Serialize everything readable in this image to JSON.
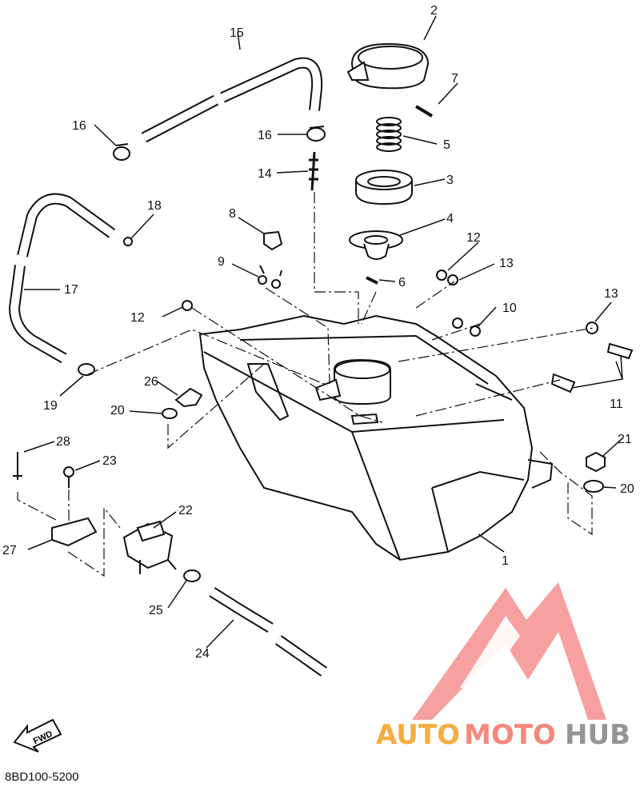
{
  "diagram": {
    "callouts": {
      "c1": "1",
      "c2": "2",
      "c3": "3",
      "c4": "4",
      "c5": "5",
      "c6": "6",
      "c7": "7",
      "c8": "8",
      "c9": "9",
      "c10": "10",
      "c11": "11",
      "c12a": "12",
      "c12b": "12",
      "c13a": "13",
      "c13b": "13",
      "c14": "14",
      "c15": "15",
      "c16a": "16",
      "c16b": "16",
      "c17": "17",
      "c18": "18",
      "c19": "19",
      "c20a": "20",
      "c20b": "20",
      "c21": "21",
      "c22": "22",
      "c23": "23",
      "c24": "24",
      "c25": "25",
      "c26": "26",
      "c27": "27",
      "c28": "28"
    },
    "fwd_label": "FWD",
    "diagram_code": "8BD100-5200"
  },
  "watermark": {
    "part1": "AUTO",
    "part2": "MOTO",
    "part3": "HUB",
    "colors": {
      "orange": "#f4a42c",
      "salmon": "#f47c6c",
      "gray": "#8a8a8a",
      "logo": "#f26b6b"
    }
  }
}
